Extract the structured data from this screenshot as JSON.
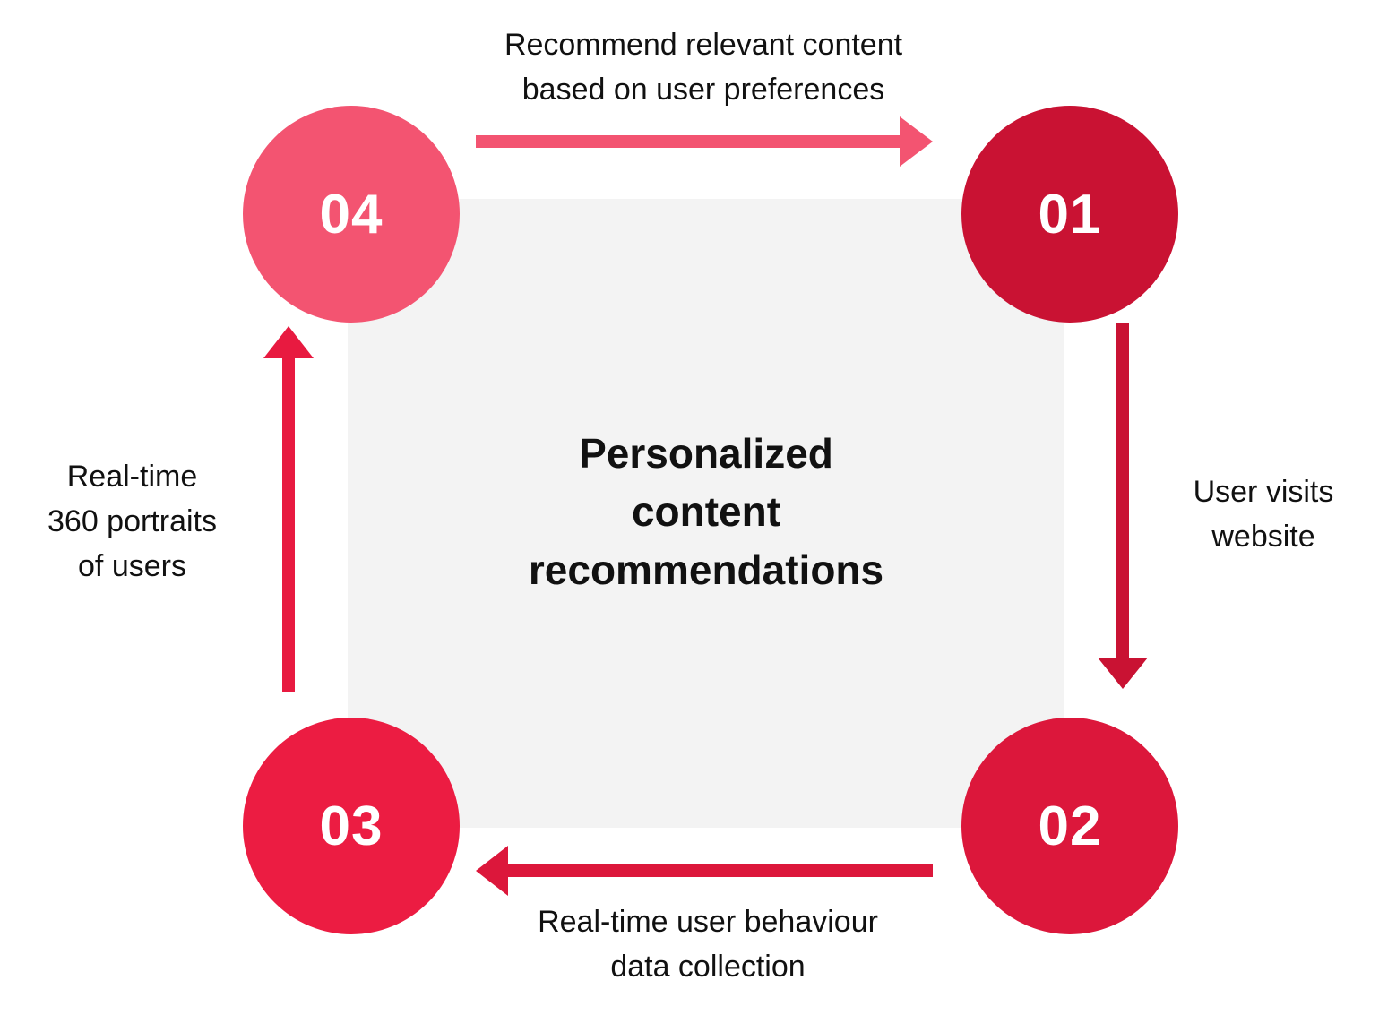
{
  "center": {
    "title_lines": [
      "Personalized",
      "content",
      "recommendations"
    ]
  },
  "steps": [
    {
      "number": "01",
      "color": "#c91233"
    },
    {
      "number": "02",
      "color": "#dc173b"
    },
    {
      "number": "03",
      "color": "#ec1c42"
    },
    {
      "number": "04",
      "color": "#f35471"
    }
  ],
  "arrows": {
    "top_label": [
      "Recommend relevant content",
      "based on user preferences"
    ],
    "right_label": [
      "User visits",
      "website"
    ],
    "bottom_label": [
      "Real-time user behaviour",
      "data collection"
    ],
    "left_label": [
      "Real-time",
      "360 portraits",
      "of users"
    ],
    "colors": {
      "top": "#f35471",
      "right": "#c91233",
      "bottom": "#dc173b",
      "left": "#e81a40"
    }
  }
}
